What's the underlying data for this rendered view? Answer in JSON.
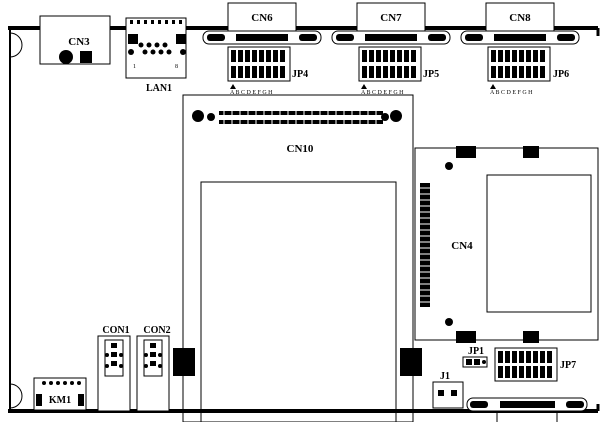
{
  "connectors": {
    "cn3": "CN3",
    "lan1": "LAN1",
    "cn6": "CN6",
    "cn7": "CN7",
    "cn8": "CN8",
    "cn10": "CN10",
    "cn4": "CN4",
    "con1": "CON1",
    "con2": "CON2",
    "km1": "KM1",
    "j1": "J1"
  },
  "jumpers": {
    "jp4": "JP4",
    "jp5": "JP5",
    "jp6": "JP6",
    "jp1": "JP1",
    "jp7": "JP7"
  },
  "jumper_pin_letters": "A B C D E F G H",
  "lan_side_marks": {
    "left": "1",
    "right": "8"
  }
}
